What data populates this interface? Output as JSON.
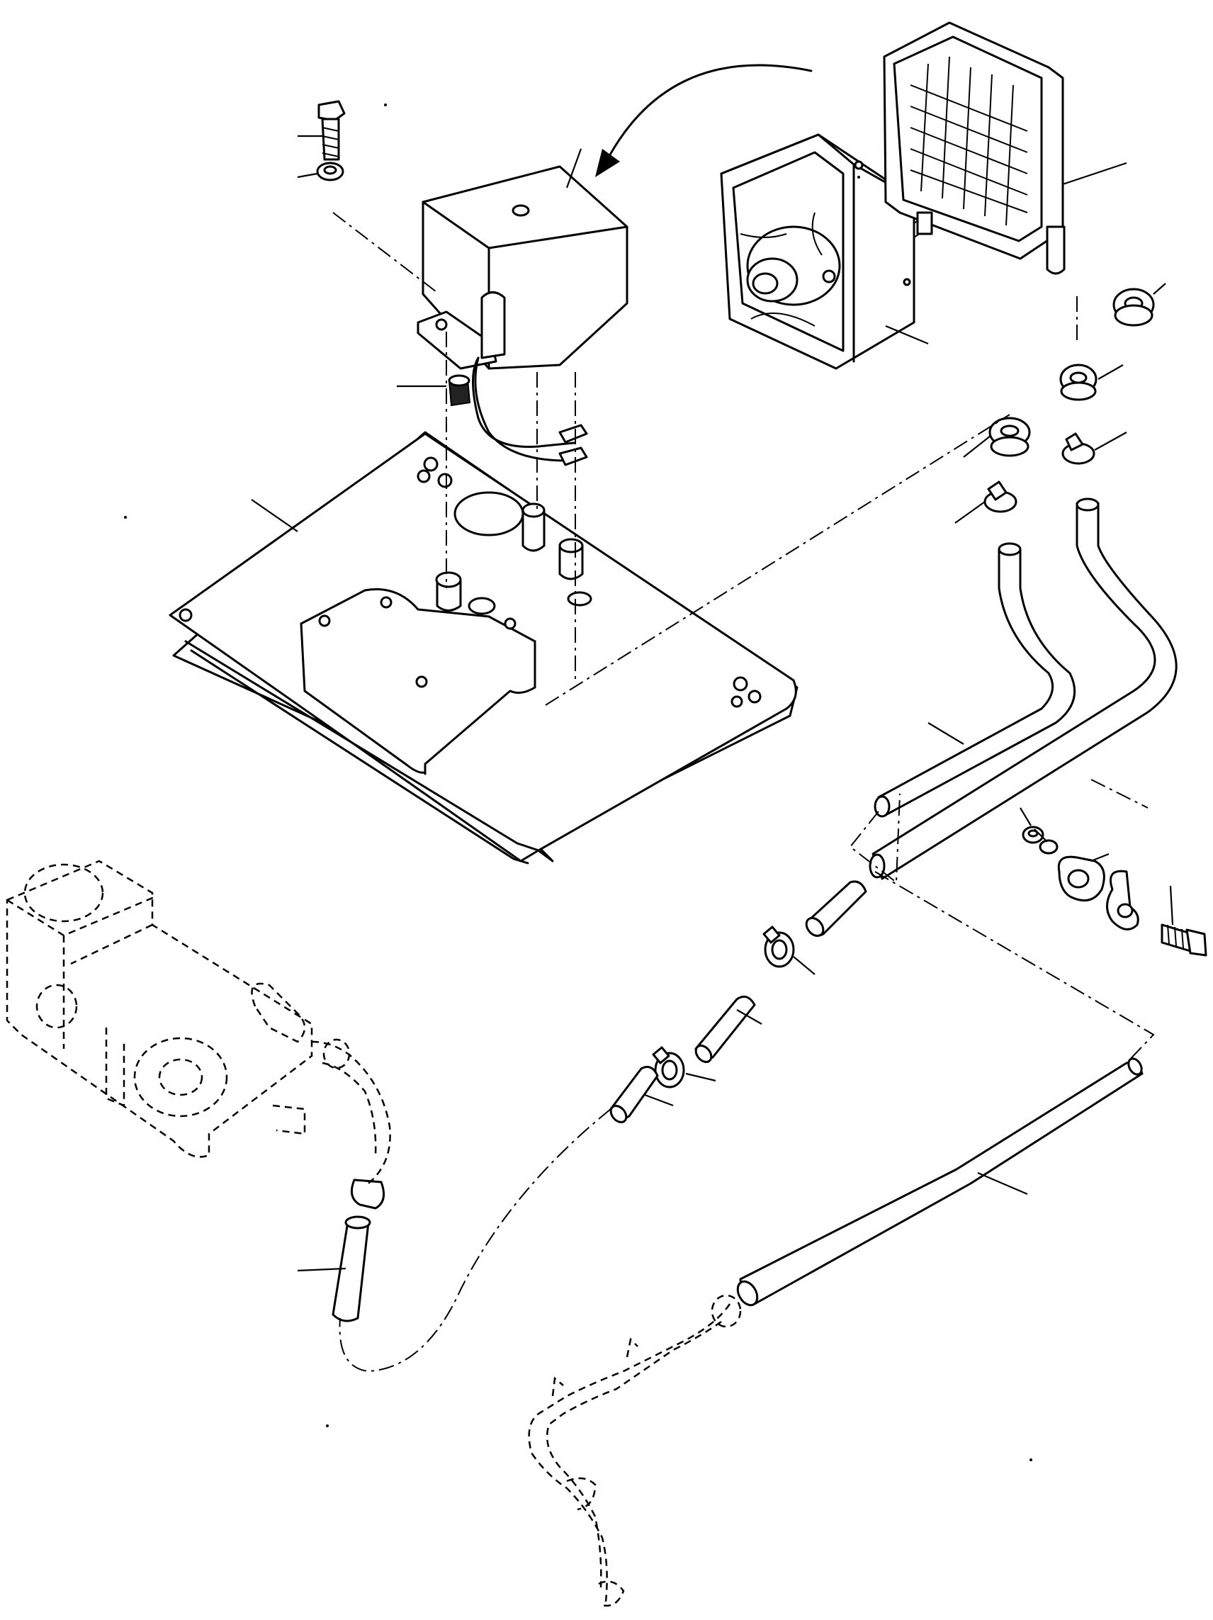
{
  "diagram": {
    "kind": "exploded-parts-view",
    "callouts": [
      "bolt",
      "washer",
      "blower-motor",
      "grommet",
      "heater-core",
      "fan-unit",
      "grommet-right",
      "grommet-left",
      "hose-clamp-left",
      "hose-clamp-right",
      "base-plate",
      "hose-upper",
      "nut",
      "lockwasher",
      "pipe-clamp",
      "clamp-bolt",
      "hose-clamp-mid-1",
      "hose-mid-1",
      "hose-clamp-mid-2",
      "hose-mid-2",
      "hose-lower",
      "hose-left-long"
    ],
    "callout_labels": []
  }
}
